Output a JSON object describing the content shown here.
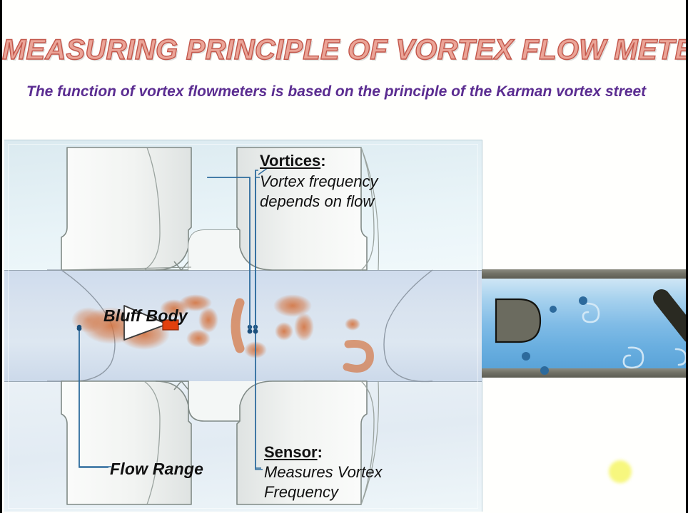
{
  "slide": {
    "title": "MEASURING PRINCIPLE OF VORTEX FLOW METER",
    "subtitle": "The function of vortex flowmeters is based on the principle of the Karman vortex street",
    "background_color": "#fffffd",
    "title_fill_color": "#eba497",
    "title_outline_color": "#c3574b",
    "subtitle_color": "#5b2d91"
  },
  "diagram": {
    "panel_background": "#e9f4f8",
    "flow_channel_color": "#d9e3ef",
    "body_fill_color": "#f4f6f5",
    "body_outline_color": "#808a86",
    "leader_line_color": "#2f6d9e",
    "vortex_color": "#d4703a",
    "sensor_marker_color": "#e2400d",
    "labels": {
      "bluff_body": "Bluff Body",
      "vortices_heading": "Vortices",
      "vortices_colon": ":",
      "vortices_line1": "Vortex frequency",
      "vortices_line2": "depends on flow",
      "flow_range": "Flow Range",
      "sensor_heading": "Sensor",
      "sensor_colon": ":",
      "sensor_line1": "Measures Vortex",
      "sensor_line2": "Frequency"
    }
  },
  "pipe_illustration": {
    "wall_color": "#6f6f64",
    "water_color": "#7fbbe6",
    "bluff_body_color": "#6b6b5f",
    "sensor_rod_color": "#2a2a22",
    "vortex_swirl_color": "#cfe6f5",
    "bubble_color": "#2d6a9c"
  },
  "accent": {
    "yellow_dot_color": "#f7f77e"
  }
}
